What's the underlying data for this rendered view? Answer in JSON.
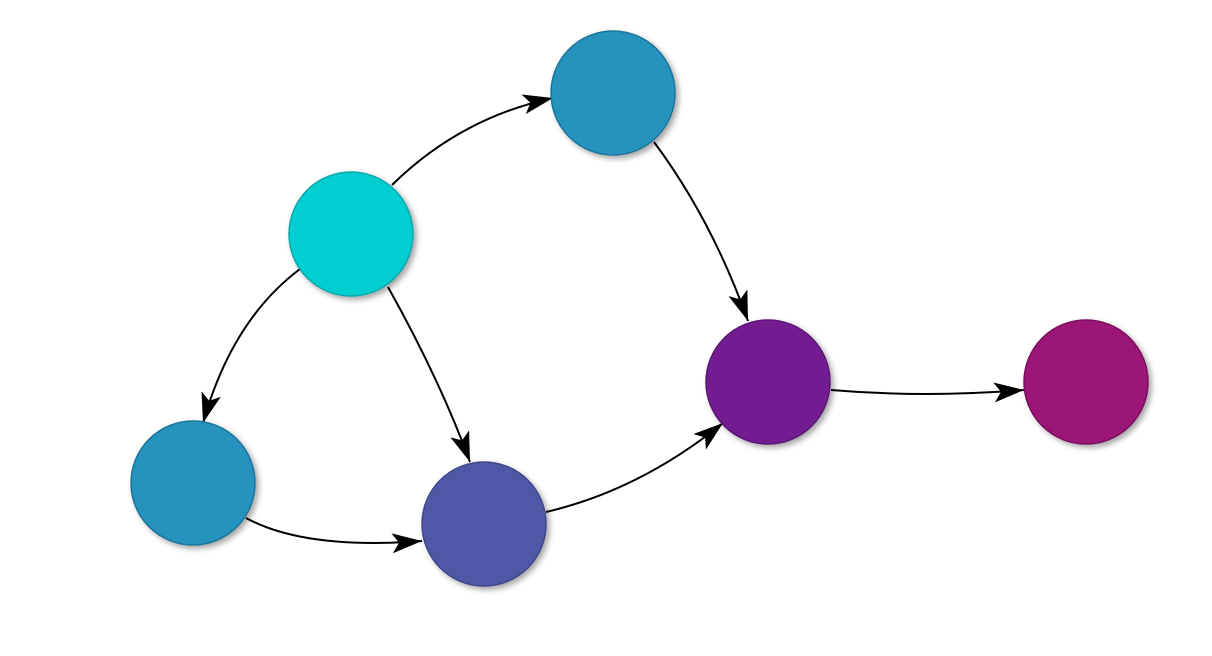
{
  "diagram": {
    "type": "directed-graph",
    "nodes": [
      {
        "id": "n-cyan",
        "color": "#00CED1",
        "stroke": "#08a8aa"
      },
      {
        "id": "n-top",
        "color": "#2592BE",
        "stroke": "#1d759a"
      },
      {
        "id": "n-left",
        "color": "#2592BE",
        "stroke": "#1d759a"
      },
      {
        "id": "n-mid",
        "color": "#5058A6",
        "stroke": "#3f468a"
      },
      {
        "id": "n-purple",
        "color": "#731D92",
        "stroke": "#5c1575"
      },
      {
        "id": "n-magenta",
        "color": "#9B1676",
        "stroke": "#7c115e"
      }
    ],
    "edges": [
      {
        "from": "n-cyan",
        "to": "n-top"
      },
      {
        "from": "n-cyan",
        "to": "n-left"
      },
      {
        "from": "n-cyan",
        "to": "n-mid"
      },
      {
        "from": "n-left",
        "to": "n-mid"
      },
      {
        "from": "n-top",
        "to": "n-purple"
      },
      {
        "from": "n-mid",
        "to": "n-purple"
      },
      {
        "from": "n-purple",
        "to": "n-magenta"
      }
    ],
    "edge_color": "#000000"
  }
}
